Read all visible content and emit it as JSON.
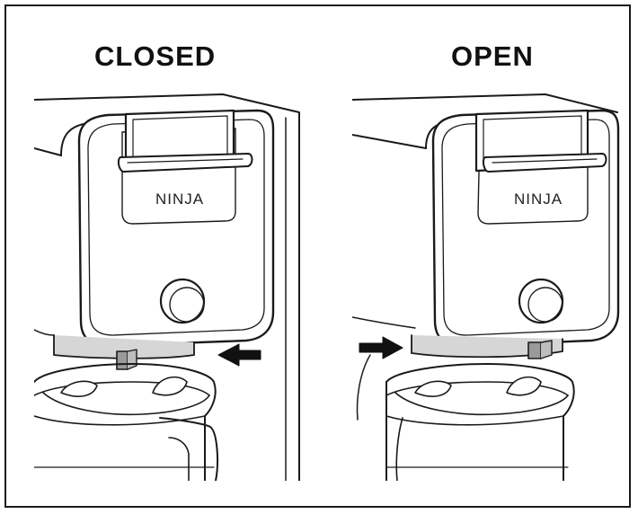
{
  "panels": [
    {
      "id": "closed",
      "heading": "CLOSED",
      "brand": "NINJA"
    },
    {
      "id": "open",
      "heading": "OPEN",
      "brand": "NINJA"
    }
  ],
  "colors": {
    "outline": "#1a1a1a",
    "line": "#222222",
    "panel_face": "#ffffff",
    "gray_body": "#d6d6d6",
    "arrow": "#111111"
  },
  "icons": {
    "closed_arrow": "arrow-left-icon",
    "open_arrow": "arrow-right-icon",
    "knob": "round-knob-icon"
  }
}
